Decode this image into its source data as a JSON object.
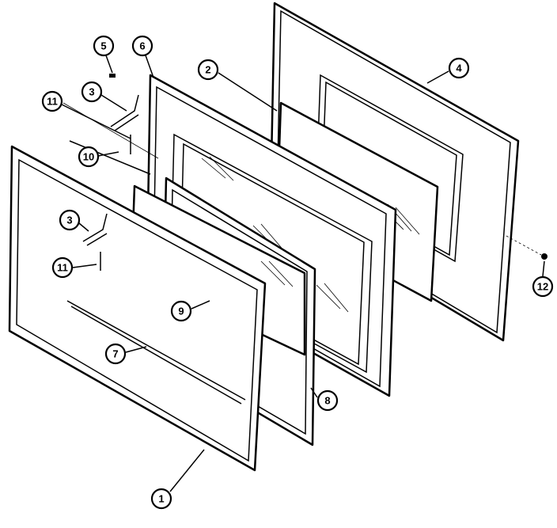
{
  "diagram": {
    "callouts": [
      {
        "id": "callout-5",
        "label": "5"
      },
      {
        "id": "callout-6",
        "label": "6"
      },
      {
        "id": "callout-2",
        "label": "2"
      },
      {
        "id": "callout-4",
        "label": "4"
      },
      {
        "id": "callout-11-upper",
        "label": "11"
      },
      {
        "id": "callout-3-upper",
        "label": "3"
      },
      {
        "id": "callout-10",
        "label": "10"
      },
      {
        "id": "callout-3-lower",
        "label": "3"
      },
      {
        "id": "callout-11-lower",
        "label": "11"
      },
      {
        "id": "callout-9",
        "label": "9"
      },
      {
        "id": "callout-7",
        "label": "7"
      },
      {
        "id": "callout-8",
        "label": "8"
      },
      {
        "id": "callout-1",
        "label": "1"
      },
      {
        "id": "callout-12",
        "label": "12"
      }
    ]
  }
}
